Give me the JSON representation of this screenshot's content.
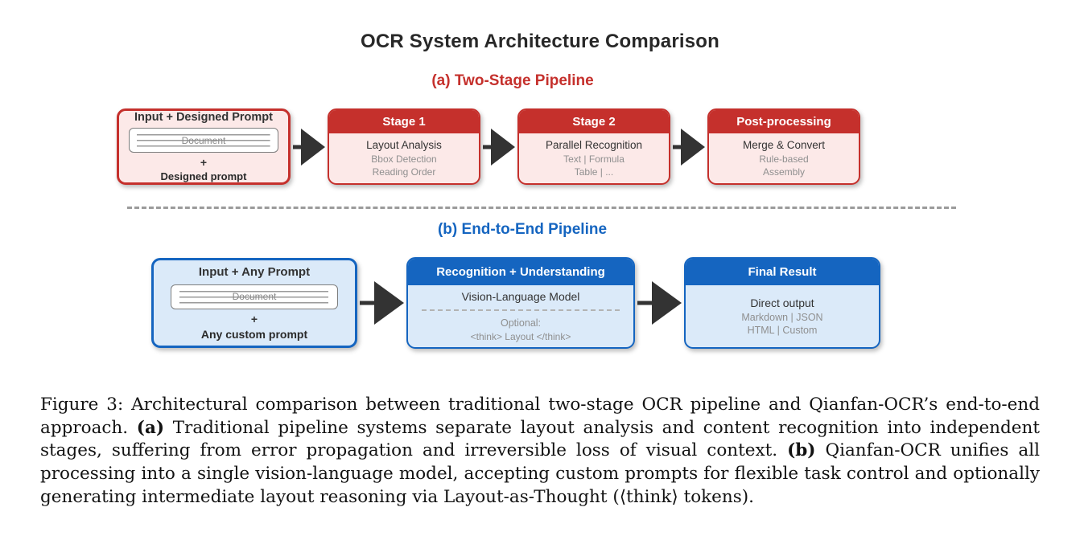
{
  "colors": {
    "red": "#C5302C",
    "red-light": "#FCE9E8",
    "blue": "#1565C0",
    "blue-light": "#DBEAF9",
    "arrow": "#333333",
    "gray-text": "#8F8F8F"
  },
  "figure": {
    "title": "OCR System Architecture Comparison",
    "pipeline_a": {
      "label": "(a) Two-Stage Pipeline",
      "input_box": {
        "title": "Input + Designed Prompt",
        "document_label": "Document",
        "plus": "+",
        "prompt_label": "Designed prompt"
      },
      "stages": [
        {
          "header": "Stage 1",
          "line1": "Layout Analysis",
          "line2": "Bbox Detection",
          "line3": "Reading Order"
        },
        {
          "header": "Stage 2",
          "line1": "Parallel Recognition",
          "line2": "Text | Formula",
          "line3": "Table | ..."
        },
        {
          "header": "Post-processing",
          "line1": "Merge & Convert",
          "line2": "Rule-based",
          "line3": "Assembly"
        }
      ]
    },
    "pipeline_b": {
      "label": "(b) End-to-End Pipeline",
      "input_box": {
        "title": "Input + Any Prompt",
        "document_label": "Document",
        "plus": "+",
        "prompt_label": "Any custom prompt"
      },
      "model_box": {
        "header": "Recognition + Understanding",
        "line1": "Vision-Language Model",
        "optional_label": "Optional:",
        "think_label": "<think> Layout </think>"
      },
      "result_box": {
        "header": "Final Result",
        "line1": "Direct output",
        "line2": "Markdown | JSON",
        "line3": "HTML | Custom"
      }
    }
  },
  "caption": {
    "part1": "Figure 3: Architectural comparison between traditional two-stage OCR pipeline and Qianfan-OCR’s end-to-end approach. ",
    "bold_a": "(a)",
    "part2": " Traditional pipeline systems separate layout analysis and content recognition into independent stages, suffering from error propagation and irreversible loss of visual context. ",
    "bold_b": "(b)",
    "part3": " Qianfan-OCR unifies all processing into a single vision-language model, accepting custom prompts for flexible task control and optionally generating intermediate layout reasoning via Layout-as-Thought (⟨think⟩ tokens)."
  }
}
